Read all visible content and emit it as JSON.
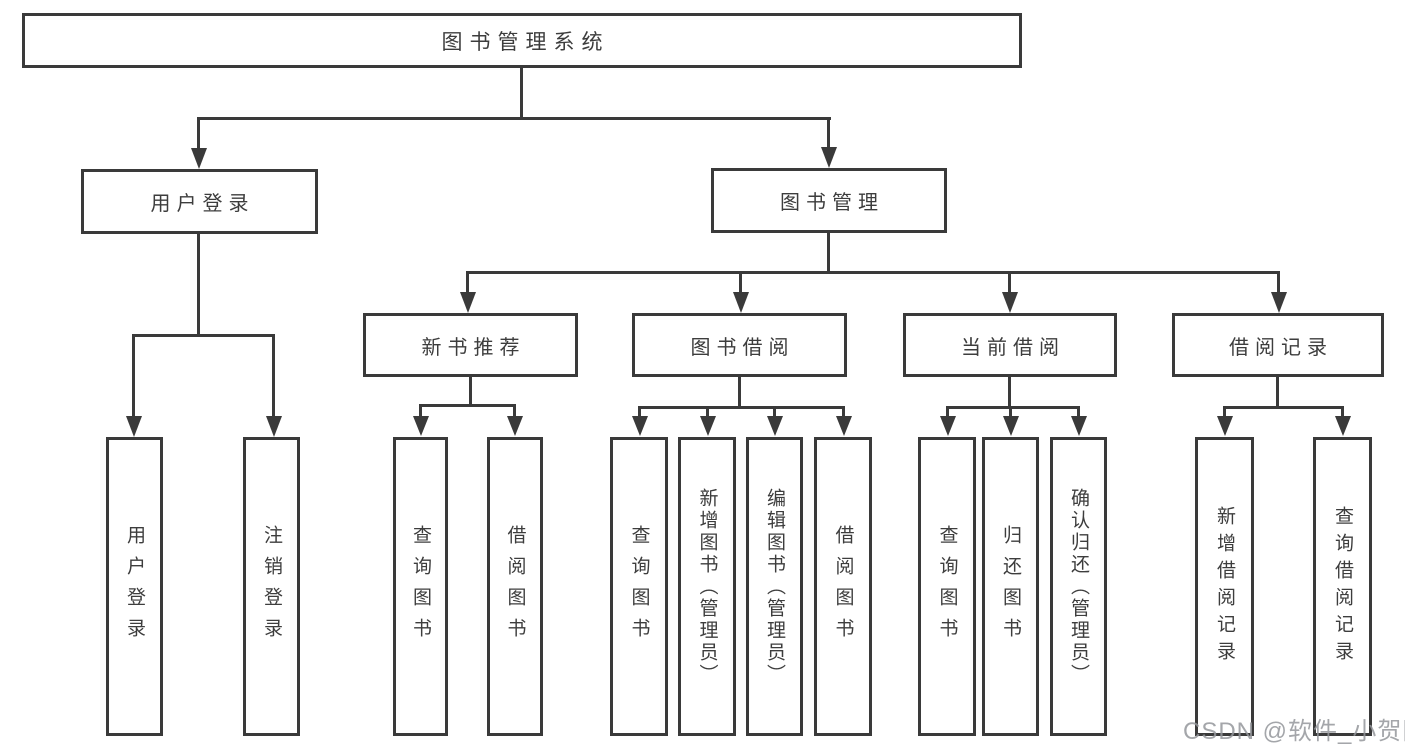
{
  "diagram_title": "图书管理系统",
  "tree": {
    "label": "图书管理系统",
    "children": [
      {
        "label": "用户登录",
        "children": [
          {
            "label": "用户登录"
          },
          {
            "label": "注销登录"
          }
        ]
      },
      {
        "label": "图书管理",
        "children": [
          {
            "label": "新书推荐",
            "children": [
              {
                "label": "查询图书"
              },
              {
                "label": "借阅图书"
              }
            ]
          },
          {
            "label": "图书借阅",
            "children": [
              {
                "label": "查询图书"
              },
              {
                "label": "新增图书（管理员）"
              },
              {
                "label": "编辑图书（管理员）"
              },
              {
                "label": "借阅图书"
              }
            ]
          },
          {
            "label": "当前借阅",
            "children": [
              {
                "label": "查询图书"
              },
              {
                "label": "归还图书"
              },
              {
                "label": "确认归还（管理员）"
              }
            ]
          },
          {
            "label": "借阅记录",
            "children": [
              {
                "label": "新增借阅记录"
              },
              {
                "label": "查询借阅记录"
              }
            ]
          }
        ]
      }
    ]
  },
  "watermark": {
    "text": "CSDN @软件_小贺同学",
    "color": "#94969b"
  },
  "colors": {
    "line": "#3a3a3a",
    "text": "#3d3d3d",
    "background": "#ffffff",
    "box_fill": "#ffffff"
  }
}
